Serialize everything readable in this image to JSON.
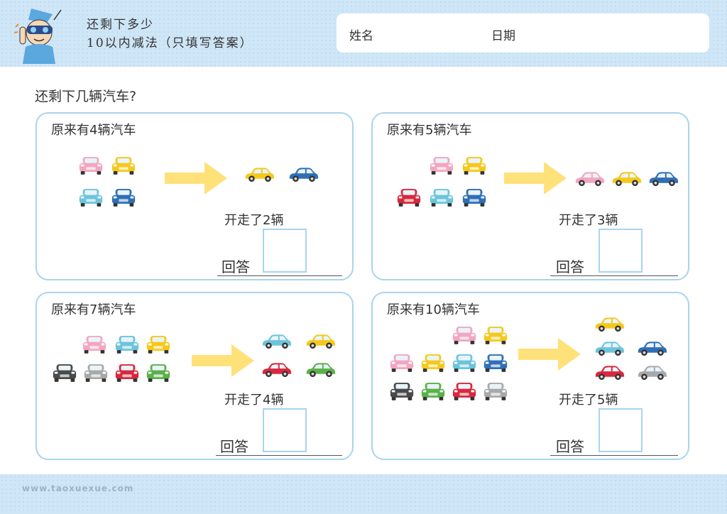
{
  "header": {
    "title_line1": "还剩下多少",
    "title_line2": "10以内减法（只填写答案）",
    "name_label": "姓名",
    "date_label": "日期"
  },
  "instruction": "还剩下几辆汽车?",
  "problems": [
    {
      "original": "原来有4辆汽车",
      "left": "开走了2辆",
      "answer_label": "回答",
      "before_cars": [
        "pink",
        "yellow",
        "cyan",
        "blue"
      ],
      "departed_cars": [
        "yellow",
        "blue"
      ]
    },
    {
      "original": "原来有5辆汽车",
      "left": "开走了3辆",
      "answer_label": "回答",
      "before_cars": [
        "pink",
        "yellow",
        "red",
        "cyan",
        "blue"
      ],
      "departed_cars": [
        "pink",
        "yellow",
        "blue"
      ]
    },
    {
      "original": "原来有7辆汽车",
      "left": "开走了4辆",
      "answer_label": "回答",
      "before_cars": [
        "pink",
        "cyan",
        "yellow",
        "black",
        "gray",
        "red",
        "green"
      ],
      "departed_cars": [
        "cyan",
        "yellow",
        "red",
        "green"
      ]
    },
    {
      "original": "原来有10辆汽车",
      "left": "开走了5辆",
      "answer_label": "回答",
      "before_cars": [
        "pink",
        "yellow",
        "pink",
        "yellow",
        "cyan",
        "blue",
        "black",
        "green",
        "red",
        "gray"
      ],
      "departed_cars": [
        "yellow",
        "cyan",
        "blue",
        "red",
        "gray"
      ]
    }
  ],
  "footer": {
    "url": "www.taoxuexue.com"
  },
  "colors": {
    "header_bg": "#cfe6f7",
    "panel_border": "#a9d4ee",
    "arrow": "#ffe17a",
    "car_pink": "#f3a6c0",
    "car_yellow": "#f5c81c",
    "car_cyan": "#6cc4dc",
    "car_blue": "#2f6fb5",
    "car_red": "#d9283d",
    "car_black": "#4a4a4a",
    "car_gray": "#a9a9a9",
    "car_green": "#5bb04a"
  }
}
